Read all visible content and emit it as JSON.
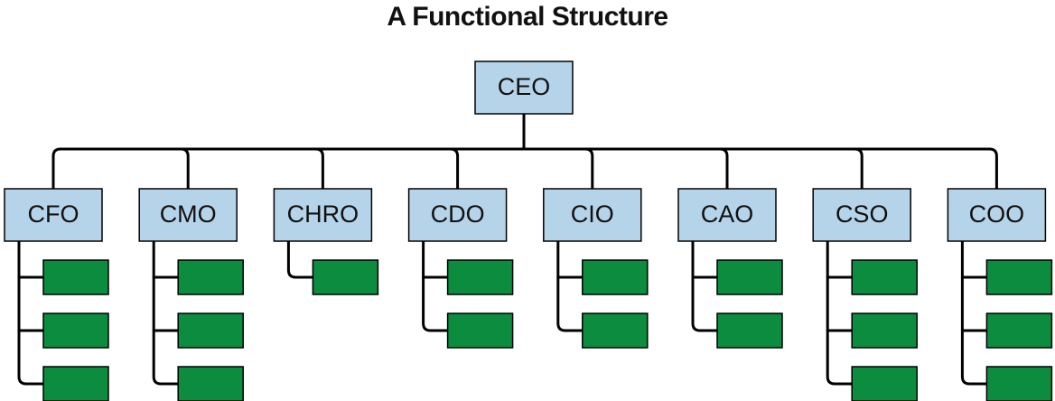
{
  "title": "A Functional Structure",
  "colors": {
    "exec_box_fill": "#b6d4e9",
    "unit_box_fill": "#0b8c3f",
    "line": "#000000"
  },
  "root": {
    "label": "CEO"
  },
  "executives": [
    {
      "label": "CFO",
      "units": 3
    },
    {
      "label": "CMO",
      "units": 3
    },
    {
      "label": "CHRO",
      "units": 1
    },
    {
      "label": "CDO",
      "units": 2
    },
    {
      "label": "CIO",
      "units": 2
    },
    {
      "label": "CAO",
      "units": 2
    },
    {
      "label": "CSO",
      "units": 3
    },
    {
      "label": "COO",
      "units": 3
    }
  ]
}
